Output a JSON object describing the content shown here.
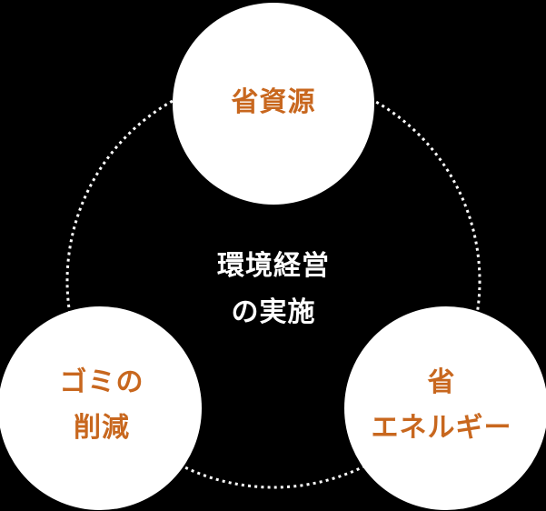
{
  "diagram": {
    "center_label": {
      "lines": [
        "環境経営",
        "の実施"
      ]
    },
    "nodes": {
      "top": {
        "label_lines": [
          "省資源"
        ]
      },
      "bottom_left": {
        "label_lines": [
          "ゴミの",
          "削減"
        ]
      },
      "bottom_right": {
        "label_lines": [
          "省",
          "エネルギー"
        ]
      }
    }
  },
  "colors": {
    "background": "#000000",
    "node_fill": "#ffffff",
    "ring_dotted_stroke": "#ffffff",
    "node_label_text": "#c8671e",
    "center_label_text": "#ffffff"
  }
}
